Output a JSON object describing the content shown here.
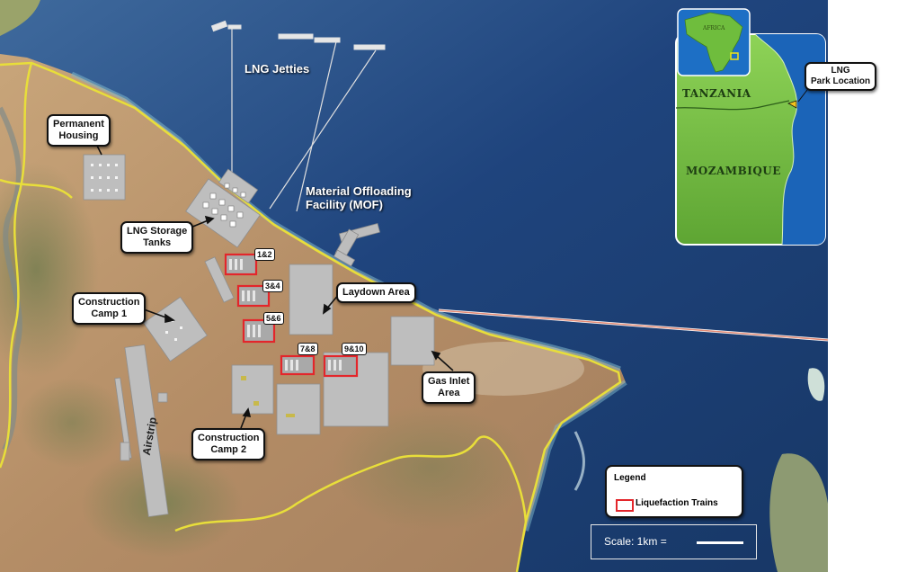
{
  "labels": {
    "lng_jetties": "LNG Jetties",
    "mof_line1": "Material Offloading",
    "mof_line2": "Facility (MOF)",
    "permanent_housing_line1": "Permanent",
    "permanent_housing_line2": "Housing",
    "lng_storage_line1": "LNG Storage",
    "lng_storage_line2": "Tanks",
    "construction_camp1_line1": "Construction",
    "construction_camp1_line2": "Camp 1",
    "construction_camp2_line1": "Construction",
    "construction_camp2_line2": "Camp 2",
    "laydown_area": "Laydown Area",
    "gas_inlet_line1": "Gas Inlet",
    "gas_inlet_line2": "Area",
    "airstrip": "Airstrip"
  },
  "trains": [
    "1&2",
    "3&4",
    "5&6",
    "7&8",
    "9&10"
  ],
  "inset": {
    "africa": "AFRICA",
    "tanzania": "TANZANIA",
    "mozambique": "MOZAMBIQUE",
    "park_line1": "LNG",
    "park_line2": "Park Location"
  },
  "legend": {
    "title": "Legend",
    "item": "Liquefaction Trains",
    "swatch_color": "#e3262b"
  },
  "scale": {
    "text": "Scale: 1km ="
  },
  "colors": {
    "sea": "#1e3f78",
    "land": "#b9926a",
    "boundary": "#e8de3a",
    "inset_land": "#74c043",
    "inset_sea": "#1b64b8"
  }
}
